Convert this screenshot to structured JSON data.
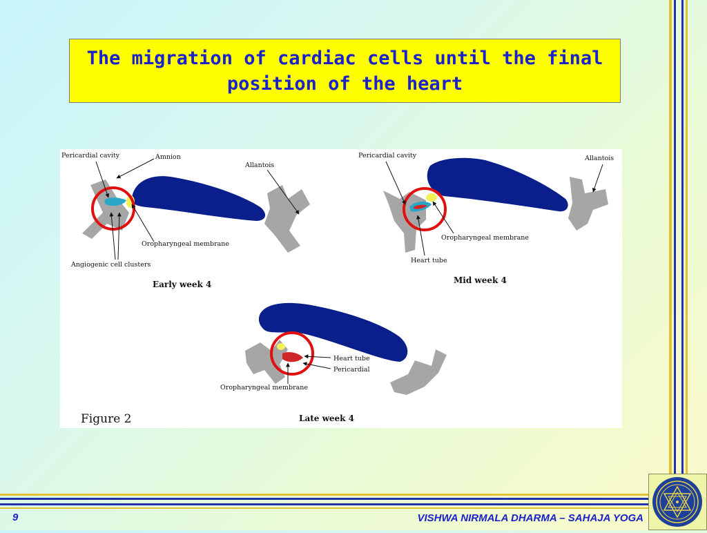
{
  "slide": {
    "title": "The migration of cardiac cells until the final position of the heart",
    "page_number": "9",
    "footer_text": "VISHWA NIRMALA DHARMA – SAHAJA YOGA"
  },
  "figure": {
    "caption": "Figure 2",
    "panels": [
      {
        "stage": "Early week 4",
        "labels": [
          "Pericardial cavity",
          "Amnion",
          "Allantois",
          "Oropharyngeal membrane",
          "Angiogenic cell clusters"
        ]
      },
      {
        "stage": "Mid week 4",
        "labels": [
          "Pericardial cavity",
          "Allantois",
          "Oropharyngeal membrane",
          "Heart tube"
        ]
      },
      {
        "stage": "Late week 4",
        "labels": [
          "Heart tube",
          "Pericardial",
          "Oropharyngeal membrane"
        ]
      }
    ]
  },
  "colors": {
    "title_text": "#1a22c8",
    "title_background": "#ffff00",
    "embryo_body": "#0a1f8c",
    "tissue": "#a6a6a6",
    "highlight_circle": "#e01010",
    "oropharyngeal_membrane": "#f4f05a",
    "heart_tube": "#d02828",
    "angiogenic_cells": "#2aa7c8"
  }
}
